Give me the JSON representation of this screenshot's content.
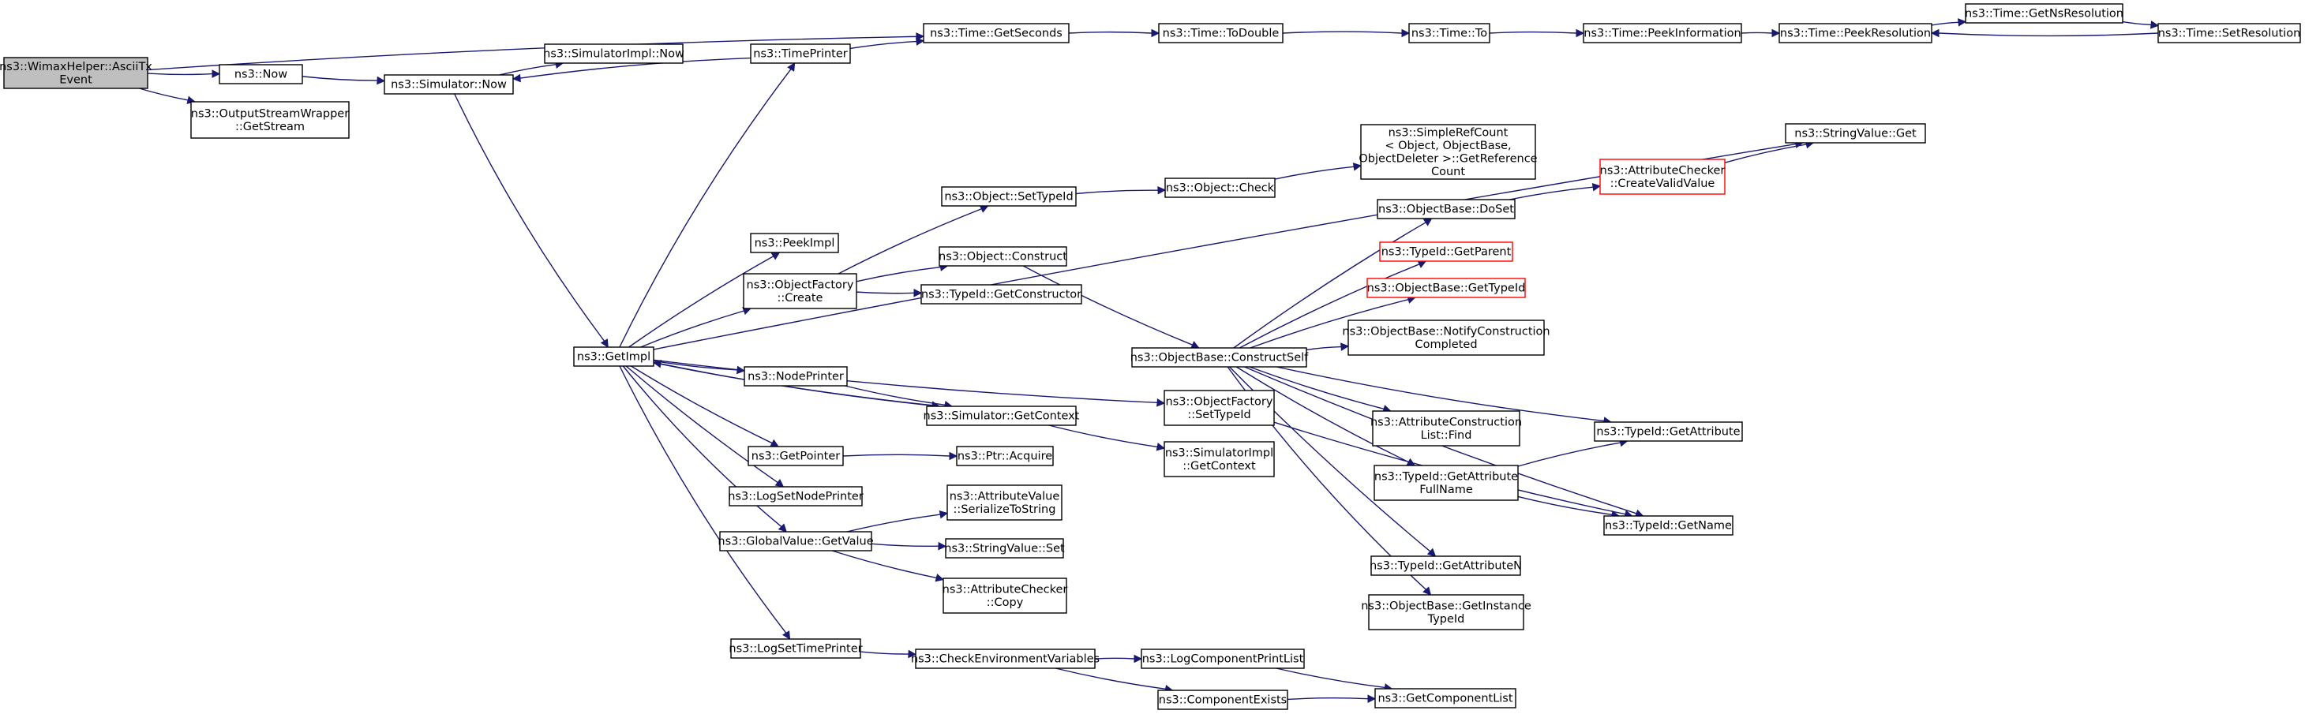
{
  "colors": {
    "edge": "#191970",
    "node_border": "#000000",
    "node_border_truncated": "#ff0000",
    "root_fill": "#bfbfbf",
    "node_fill": "#ffffff"
  },
  "nodes": [
    {
      "id": "root",
      "lines": [
        "ns3::WimaxHelper::AsciiTx",
        "Event"
      ],
      "style": "root"
    },
    {
      "id": "now",
      "lines": [
        "ns3::Now"
      ],
      "style": "normal"
    },
    {
      "id": "osw",
      "lines": [
        "ns3::OutputStreamWrapper",
        "::GetStream"
      ],
      "style": "normal"
    },
    {
      "id": "simnow",
      "lines": [
        "ns3::Simulator::Now"
      ],
      "style": "normal"
    },
    {
      "id": "simimplnow",
      "lines": [
        "ns3::SimulatorImpl::Now"
      ],
      "style": "normal"
    },
    {
      "id": "timeprinter",
      "lines": [
        "ns3::TimePrinter"
      ],
      "style": "normal"
    },
    {
      "id": "getseconds",
      "lines": [
        "ns3::Time::GetSeconds"
      ],
      "style": "normal"
    },
    {
      "id": "todouble",
      "lines": [
        "ns3::Time::ToDouble"
      ],
      "style": "normal"
    },
    {
      "id": "to",
      "lines": [
        "ns3::Time::To"
      ],
      "style": "normal"
    },
    {
      "id": "peekinfo",
      "lines": [
        "ns3::Time::PeekInformation"
      ],
      "style": "normal"
    },
    {
      "id": "peekres",
      "lines": [
        "ns3::Time::PeekResolution"
      ],
      "style": "normal"
    },
    {
      "id": "getnsres",
      "lines": [
        "ns3::Time::GetNsResolution"
      ],
      "style": "normal"
    },
    {
      "id": "setres",
      "lines": [
        "ns3::Time::SetResolution"
      ],
      "style": "normal"
    },
    {
      "id": "getimpl",
      "lines": [
        "ns3::GetImpl"
      ],
      "style": "normal"
    },
    {
      "id": "peekimpl",
      "lines": [
        "ns3::PeekImpl"
      ],
      "style": "normal"
    },
    {
      "id": "ofcreate",
      "lines": [
        "ns3::ObjectFactory",
        "::Create"
      ],
      "style": "normal"
    },
    {
      "id": "setTypeId",
      "lines": [
        "ns3::Object::SetTypeId"
      ],
      "style": "normal"
    },
    {
      "id": "construct",
      "lines": [
        "ns3::Object::Construct"
      ],
      "style": "normal"
    },
    {
      "id": "getconstructor",
      "lines": [
        "ns3::TypeId::GetConstructor"
      ],
      "style": "normal"
    },
    {
      "id": "check",
      "lines": [
        "ns3::Object::Check"
      ],
      "style": "normal"
    },
    {
      "id": "simplerefcount",
      "lines": [
        "ns3::SimpleRefCount",
        "< Object, ObjectBase,",
        "ObjectDeleter >::GetReference",
        "Count"
      ],
      "style": "normal"
    },
    {
      "id": "stringvalueget",
      "lines": [
        "ns3::StringValue::Get"
      ],
      "style": "normal"
    },
    {
      "id": "createvalid",
      "lines": [
        "ns3::AttributeChecker",
        "::CreateValidValue"
      ],
      "style": "red"
    },
    {
      "id": "doset",
      "lines": [
        "ns3::ObjectBase::DoSet"
      ],
      "style": "normal"
    },
    {
      "id": "getparent",
      "lines": [
        "ns3::TypeId::GetParent"
      ],
      "style": "red"
    },
    {
      "id": "obgettypeid",
      "lines": [
        "ns3::ObjectBase::GetTypeId"
      ],
      "style": "red"
    },
    {
      "id": "notifyconstruction",
      "lines": [
        "ns3::ObjectBase::NotifyConstruction",
        "Completed"
      ],
      "style": "normal"
    },
    {
      "id": "constructself",
      "lines": [
        "ns3::ObjectBase::ConstructSelf"
      ],
      "style": "normal"
    },
    {
      "id": "nodeprinter",
      "lines": [
        "ns3::NodePrinter"
      ],
      "style": "normal"
    },
    {
      "id": "simgetcontext",
      "lines": [
        "ns3::Simulator::GetContext"
      ],
      "style": "normal"
    },
    {
      "id": "ofsettypeid",
      "lines": [
        "ns3::ObjectFactory",
        "::SetTypeId"
      ],
      "style": "normal"
    },
    {
      "id": "simimplgetcontext",
      "lines": [
        "ns3::SimulatorImpl",
        "::GetContext"
      ],
      "style": "normal"
    },
    {
      "id": "acfind",
      "lines": [
        "ns3::AttributeConstruction",
        "List::Find"
      ],
      "style": "normal"
    },
    {
      "id": "getattribute",
      "lines": [
        "ns3::TypeId::GetAttribute"
      ],
      "style": "normal"
    },
    {
      "id": "getattributefullname",
      "lines": [
        "ns3::TypeId::GetAttribute",
        "FullName"
      ],
      "style": "normal"
    },
    {
      "id": "getname",
      "lines": [
        "ns3::TypeId::GetName"
      ],
      "style": "normal"
    },
    {
      "id": "getpointer",
      "lines": [
        "ns3::GetPointer"
      ],
      "style": "normal"
    },
    {
      "id": "ptracquire",
      "lines": [
        "ns3::Ptr::Acquire"
      ],
      "style": "normal"
    },
    {
      "id": "logsetnodeprinter",
      "lines": [
        "ns3::LogSetNodePrinter"
      ],
      "style": "normal"
    },
    {
      "id": "avserialize",
      "lines": [
        "ns3::AttributeValue",
        "::SerializeToString"
      ],
      "style": "normal"
    },
    {
      "id": "gvgetvalue",
      "lines": [
        "ns3::GlobalValue::GetValue"
      ],
      "style": "normal"
    },
    {
      "id": "stringvalueset",
      "lines": [
        "ns3::StringValue::Set"
      ],
      "style": "normal"
    },
    {
      "id": "accopy",
      "lines": [
        "ns3::AttributeChecker",
        "::Copy"
      ],
      "style": "normal"
    },
    {
      "id": "getattributen",
      "lines": [
        "ns3::TypeId::GetAttributeN"
      ],
      "style": "normal"
    },
    {
      "id": "getinstancetypeid",
      "lines": [
        "ns3::ObjectBase::GetInstance",
        "TypeId"
      ],
      "style": "normal"
    },
    {
      "id": "logsettimeprinter",
      "lines": [
        "ns3::LogSetTimePrinter"
      ],
      "style": "normal"
    },
    {
      "id": "checkenv",
      "lines": [
        "ns3::CheckEnvironmentVariables"
      ],
      "style": "normal"
    },
    {
      "id": "logcompprintlist",
      "lines": [
        "ns3::LogComponentPrintList"
      ],
      "style": "normal"
    },
    {
      "id": "compexists",
      "lines": [
        "ns3::ComponentExists"
      ],
      "style": "normal"
    },
    {
      "id": "getcomplist",
      "lines": [
        "ns3::GetComponentList"
      ],
      "style": "normal"
    }
  ],
  "edges": [
    [
      "root",
      "getseconds"
    ],
    [
      "root",
      "now"
    ],
    [
      "root",
      "osw"
    ],
    [
      "now",
      "simnow"
    ],
    [
      "simnow",
      "simimplnow"
    ],
    [
      "simnow",
      "getimpl"
    ],
    [
      "timeprinter",
      "getseconds"
    ],
    [
      "timeprinter",
      "simnow"
    ],
    [
      "getseconds",
      "todouble"
    ],
    [
      "todouble",
      "to"
    ],
    [
      "to",
      "peekinfo"
    ],
    [
      "peekinfo",
      "peekres"
    ],
    [
      "peekres",
      "getnsres"
    ],
    [
      "getnsres",
      "setres"
    ],
    [
      "setres",
      "peekres"
    ],
    [
      "getimpl",
      "timeprinter"
    ],
    [
      "getimpl",
      "stringvalueget"
    ],
    [
      "getimpl",
      "peekimpl"
    ],
    [
      "getimpl",
      "ofcreate"
    ],
    [
      "getimpl",
      "ofsettypeid"
    ],
    [
      "getimpl",
      "nodeprinter"
    ],
    [
      "getimpl",
      "simgetcontext"
    ],
    [
      "getimpl",
      "getpointer"
    ],
    [
      "getimpl",
      "logsetnodeprinter"
    ],
    [
      "getimpl",
      "gvgetvalue"
    ],
    [
      "getimpl",
      "logsettimeprinter"
    ],
    [
      "ofcreate",
      "setTypeId"
    ],
    [
      "ofcreate",
      "construct"
    ],
    [
      "ofcreate",
      "getconstructor"
    ],
    [
      "setTypeId",
      "check"
    ],
    [
      "check",
      "simplerefcount"
    ],
    [
      "construct",
      "constructself"
    ],
    [
      "constructself",
      "doset"
    ],
    [
      "constructself",
      "getparent"
    ],
    [
      "constructself",
      "obgettypeid"
    ],
    [
      "constructself",
      "notifyconstruction"
    ],
    [
      "constructself",
      "acfind"
    ],
    [
      "constructself",
      "getattribute"
    ],
    [
      "constructself",
      "getattributefullname"
    ],
    [
      "constructself",
      "getname"
    ],
    [
      "constructself",
      "getattributen"
    ],
    [
      "constructself",
      "getinstancetypeid"
    ],
    [
      "doset",
      "createvalid"
    ],
    [
      "createvalid",
      "stringvalueget"
    ],
    [
      "getattributefullname",
      "getattribute"
    ],
    [
      "getattributefullname",
      "getname"
    ],
    [
      "ofsettypeid",
      "getname"
    ],
    [
      "nodeprinter",
      "simgetcontext"
    ],
    [
      "simgetcontext",
      "getimpl"
    ],
    [
      "simgetcontext",
      "simimplgetcontext"
    ],
    [
      "getpointer",
      "ptracquire"
    ],
    [
      "gvgetvalue",
      "avserialize"
    ],
    [
      "gvgetvalue",
      "stringvalueset"
    ],
    [
      "gvgetvalue",
      "accopy"
    ],
    [
      "logsettimeprinter",
      "checkenv"
    ],
    [
      "checkenv",
      "logcompprintlist"
    ],
    [
      "checkenv",
      "compexists"
    ],
    [
      "logcompprintlist",
      "getcomplist"
    ],
    [
      "compexists",
      "getcomplist"
    ]
  ]
}
